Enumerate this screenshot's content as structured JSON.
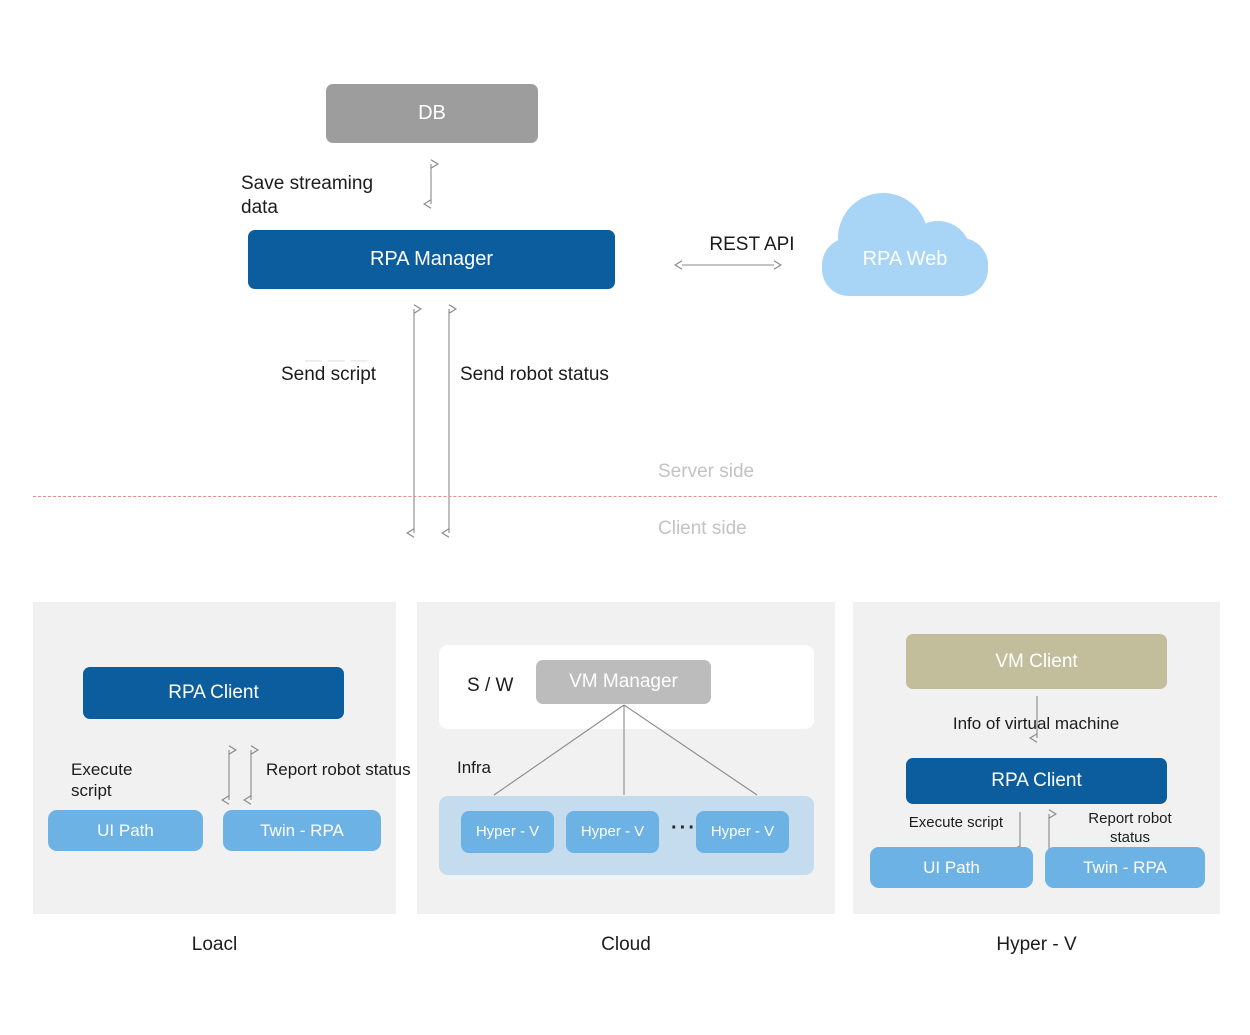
{
  "server": {
    "db": {
      "label": "DB"
    },
    "rpa_manager": {
      "label": "RPA Manager"
    },
    "rpa_web": {
      "label": "RPA Web"
    },
    "labels": {
      "save_streaming": "Save streaming\ndata",
      "rest_api": "REST API",
      "send_script": "Send script",
      "send_robot_status": "Send robot status",
      "server_side": "Server side",
      "client_side": "Client side"
    }
  },
  "panels": [
    {
      "caption": "Loacl",
      "client": {
        "label": "RPA Client"
      },
      "labels": {
        "execute_script": "Execute\nscript",
        "report_robot_status": "Report robot status"
      },
      "tools": [
        {
          "label": "UI Path"
        },
        {
          "label": "Twin - RPA"
        }
      ]
    },
    {
      "caption": "Cloud",
      "sw_label": "S / W",
      "infra_label": "Infra",
      "vm_manager": {
        "label": "VM Manager"
      },
      "ellipsis": "···",
      "nodes": [
        {
          "label": "Hyper - V"
        },
        {
          "label": "Hyper - V"
        },
        {
          "label": "Hyper - V"
        }
      ]
    },
    {
      "caption": "Hyper - V",
      "vm_client": {
        "label": "VM Client"
      },
      "client": {
        "label": "RPA Client"
      },
      "labels": {
        "info_of_vm": "Info of virtual machine",
        "execute_script": "Execute script",
        "report_robot_status": "Report robot\nstatus"
      },
      "tools": [
        {
          "label": "UI Path"
        },
        {
          "label": "Twin - RPA"
        }
      ]
    }
  ],
  "colors": {
    "navy": "#0c5d9e",
    "light_blue": "#6cb2e4",
    "cloud_blue": "#a8d5f5",
    "infra_blue": "#c5dcef",
    "gray": "#9d9d9d",
    "khaki": "#c2bd9b",
    "panel_bg": "#f1f1f1",
    "divider_red": "#e98b8b",
    "side_text": "#c3c3c3"
  }
}
